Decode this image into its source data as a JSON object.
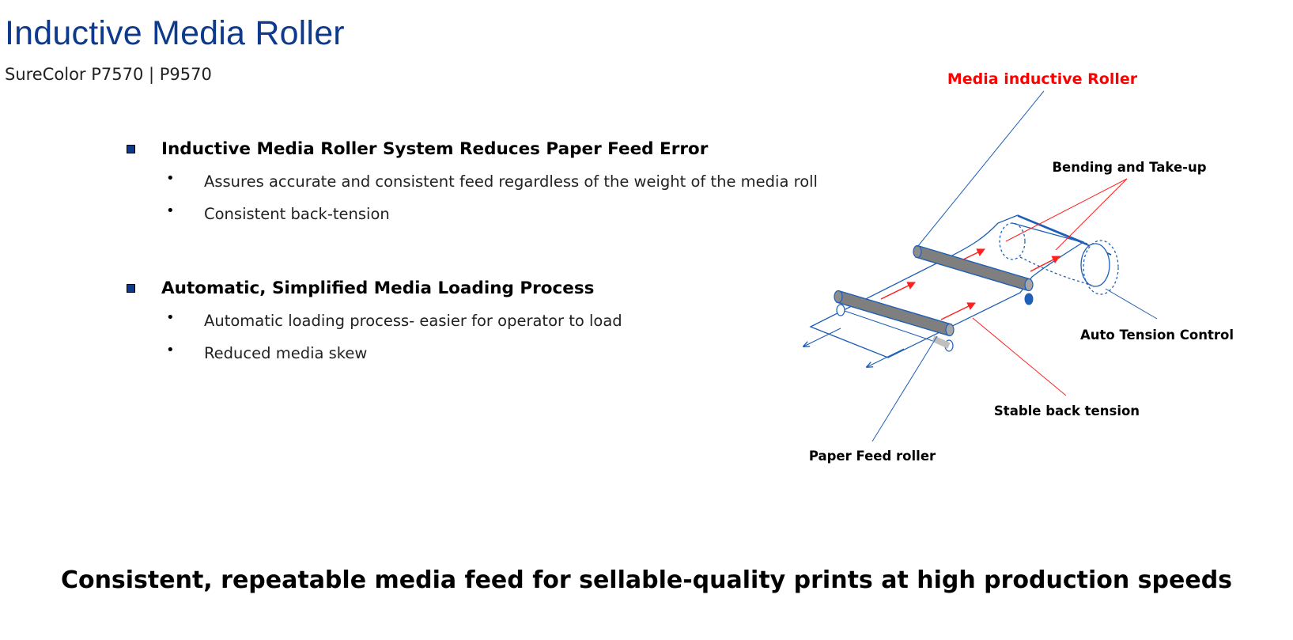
{
  "header": {
    "title": "Inductive Media Roller",
    "subtitle": "SureColor P7570 | P9570"
  },
  "sections": [
    {
      "title": "Inductive Media Roller System Reduces Paper Feed Error",
      "bullets": [
        "Assures accurate and consistent feed regardless of the weight of the media roll",
        "Consistent back-tension"
      ]
    },
    {
      "title": "Automatic, Simplified Media Loading Process",
      "bullets": [
        "Automatic loading process- easier for operator to load",
        "Reduced media skew"
      ]
    }
  ],
  "diagram": {
    "labels": {
      "media_inductive_roller": "Media inductive Roller",
      "bending_takeup": "Bending and Take-up",
      "auto_tension": "Auto Tension Control",
      "stable_back_tension": "Stable back tension",
      "paper_feed_roller": "Paper Feed roller"
    },
    "colors": {
      "highlight_label": "#ff0000",
      "line_blue": "#1f5fb5",
      "arrow_red": "#ff2020",
      "roller_gray": "#7f7f7f"
    }
  },
  "footer": {
    "tagline": "Consistent, repeatable media feed for sellable-quality prints at high production speeds"
  },
  "icons": {
    "bullet_square": "square-bullet-icon",
    "bullet_dot": "dot-bullet-icon"
  }
}
